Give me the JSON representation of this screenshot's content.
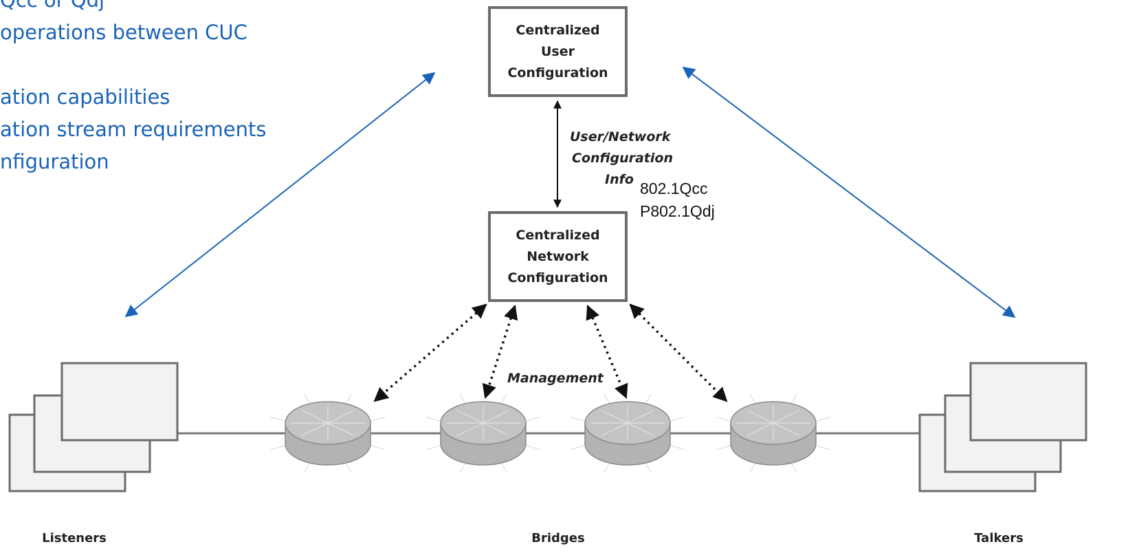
{
  "bullets": [
    "Qcc or Qdj",
    "operations between CUC",
    "ation capabilities",
    "ation stream requirements",
    "nfiguration"
  ],
  "boxes": {
    "cuc": [
      "Centralized",
      "User",
      "Configuration"
    ],
    "cnc": [
      "Centralized",
      "Network",
      "Configuration"
    ]
  },
  "flow_label": [
    "User/Network",
    "Configuration",
    "Info"
  ],
  "standards": [
    "802.1Qcc",
    "P802.1Qdj"
  ],
  "management_label": "Management",
  "captions": {
    "listeners": "Listeners",
    "bridges": "Bridges",
    "talkers": "Talkers"
  },
  "colors": {
    "accent_blue": "#1a63b8",
    "box_border": "#6b6b6b",
    "bridge_fill": "#c4c4c4",
    "station_fill": "#f2f2f2"
  }
}
